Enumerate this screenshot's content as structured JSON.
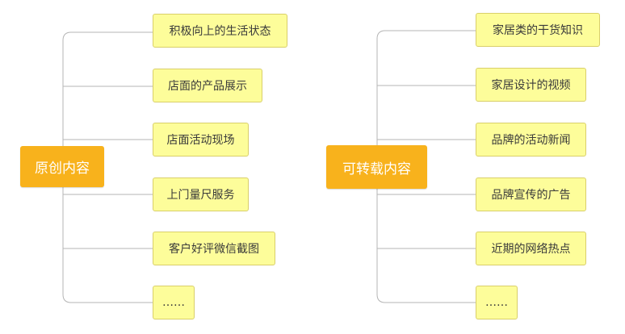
{
  "left": {
    "root": "原创内容",
    "items": [
      "积极向上的生活状态",
      "店面的产品展示",
      "店面活动现场",
      "上门量尺服务",
      "客户好评微信截图",
      "……"
    ]
  },
  "right": {
    "root": "可转载内容",
    "items": [
      "家居类的干货知识",
      "家居设计的视频",
      "品牌的活动新闻",
      "品牌宣传的广告",
      "近期的网络热点",
      "……"
    ]
  },
  "colors": {
    "root_fill": "#f8b21c",
    "leaf_fill": "#fdfd9a",
    "leaf_border": "#d9cf6a",
    "connector": "#b5b5b5"
  }
}
